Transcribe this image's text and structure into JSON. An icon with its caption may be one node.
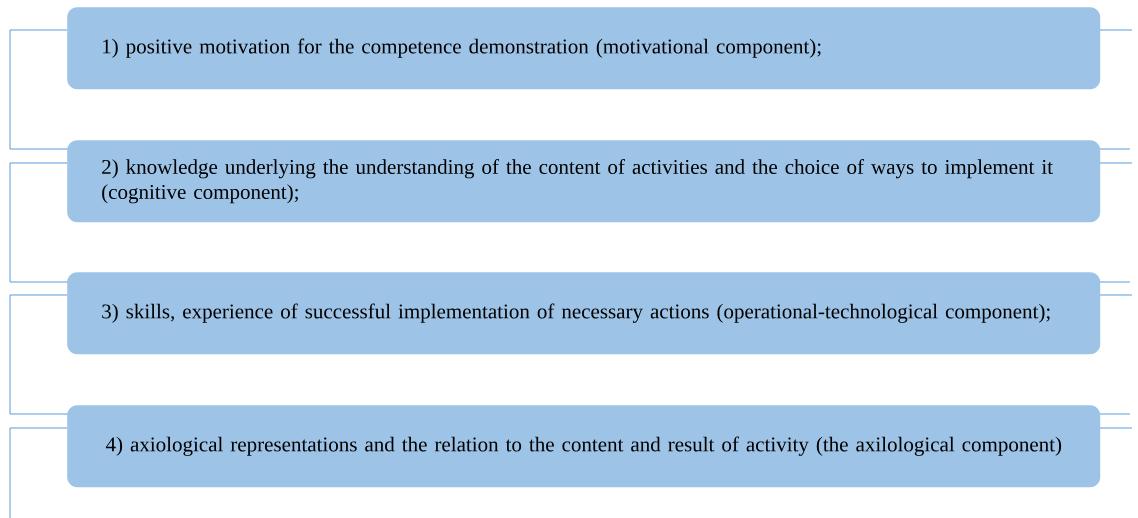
{
  "diagram": {
    "nodes": [
      {
        "text": [
          "1) positive motivation for the competence demonstration (motivational component);"
        ]
      },
      {
        "text": [
          "2) knowledge underlying the understanding of the content of activities and the choice of ways to implement it (cognitive component);"
        ]
      },
      {
        "text": [
          "3) skills, experience of successful implementation of necessary actions (operational-technological component);"
        ]
      },
      {
        "text": [
          "4) axiological representations and the relation to the content and result of activity (the axilological component)"
        ]
      }
    ]
  }
}
